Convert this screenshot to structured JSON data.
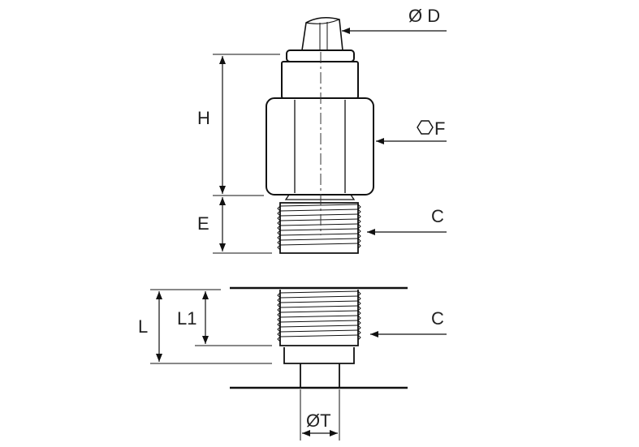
{
  "labels": {
    "diameter_d": "Ø D",
    "hex_f": "F",
    "height_h": "H",
    "thread_e": "E",
    "thread_c_upper": "C",
    "thread_c_lower": "C",
    "length_l": "L",
    "length_l1": "L1",
    "diameter_t": "ØT"
  },
  "icons": {
    "hex": "hexagon-icon"
  },
  "colors": {
    "line": "#111111",
    "thin_line": "#333333",
    "background": "#ffffff"
  }
}
